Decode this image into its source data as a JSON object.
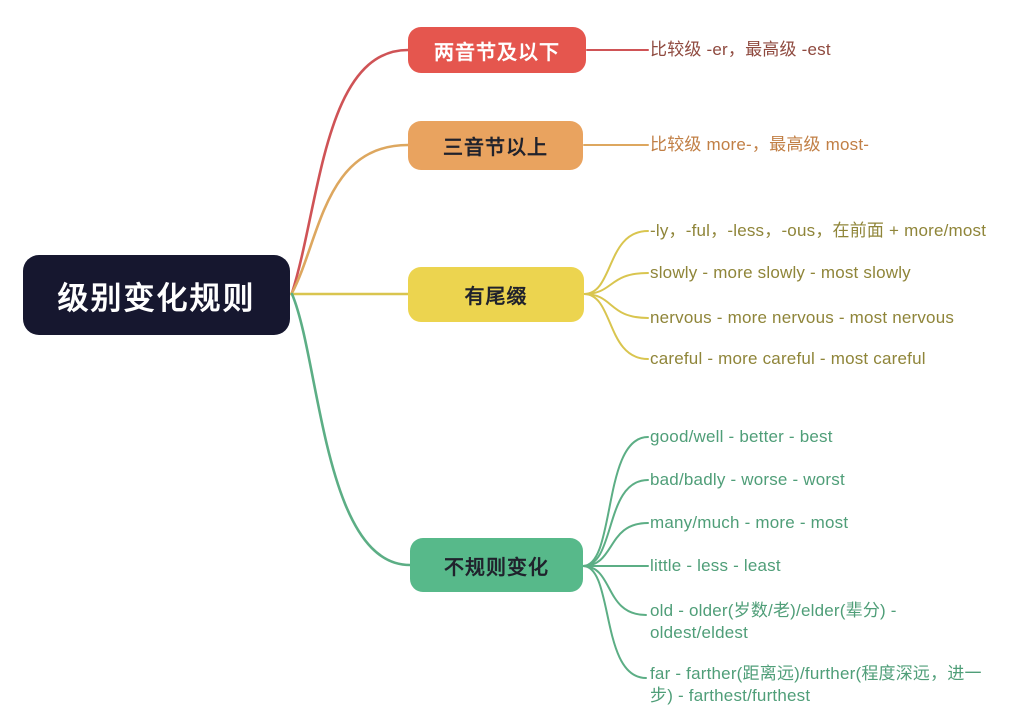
{
  "root": {
    "label": "级别变化规则",
    "bg_color": "#16172f",
    "text_color": "#ffffff"
  },
  "branches": [
    {
      "label": "两音节及以下",
      "color": "#e5564e",
      "line_color": "#cf5356",
      "text_color": "#ffffff",
      "leaf_color": "#8f4a3f",
      "leaves": [
        "比较级 -er，最高级 -est"
      ]
    },
    {
      "label": "三音节以上",
      "color": "#e9a35f",
      "line_color": "#dda75f",
      "text_color": "#20222c",
      "leaf_color": "#c17f45",
      "leaves": [
        "比较级 more-，最高级 most-"
      ]
    },
    {
      "label": "有尾缀",
      "color": "#ecd44f",
      "line_color": "#d9c54f",
      "text_color": "#20222c",
      "leaf_color": "#8f8539",
      "leaves": [
        "-ly，-ful，-less，-ous，在前面 + more/most",
        "slowly - more slowly - most slowly",
        "nervous - more nervous - most nervous",
        "careful - more careful - most careful"
      ]
    },
    {
      "label": "不规则变化",
      "color": "#57b98a",
      "line_color": "#5cae85",
      "text_color": "#20222c",
      "leaf_color": "#4f9e78",
      "leaves": [
        "good/well - better - best",
        "bad/badly - worse - worst",
        "many/much - more - most",
        "little - less - least",
        "old - older(岁数/老)/elder(辈分) - oldest/eldest",
        "far - farther(距离远)/further(程度深远，进一步) - farthest/furthest"
      ]
    }
  ]
}
